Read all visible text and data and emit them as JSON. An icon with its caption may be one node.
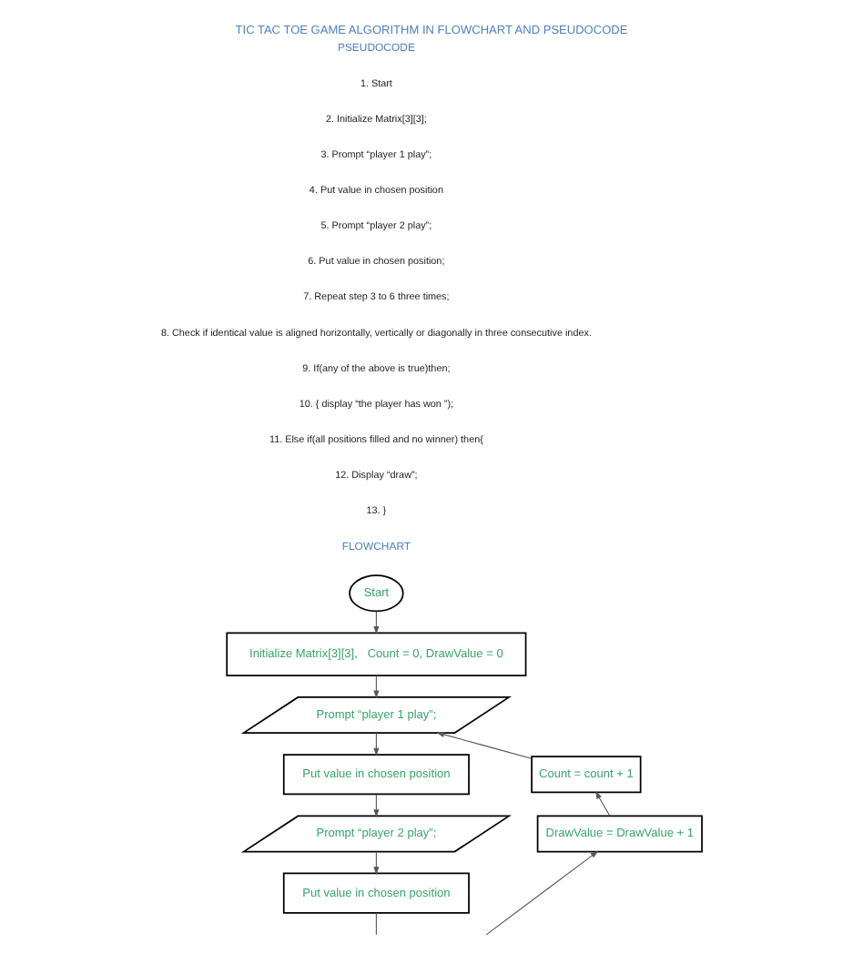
{
  "diagram": {
    "title": "TIC TAC TOE GAME ALGORITHM IN FLOWCHART AND PSEUDOCODE",
    "nodes": [
      {
        "text": [
          "Start"
        ]
      },
      {
        "text": [
          "Initialize Matrix[3][3],   Count = 0, DrawValue = 0"
        ]
      },
      {
        "text": [
          "Prompt “player 1 play”;"
        ]
      },
      {
        "text": [
          "Put value in chosen position"
        ]
      },
      {
        "text": [
          "Prompt “player 2 play”;"
        ]
      },
      {
        "text": [
          "Put value in chosen position"
        ]
      },
      {
        "text": [
          "Count = count + 1"
        ]
      },
      {
        "text": [
          "DrawValue = DrawValue + 1"
        ]
      }
    ],
    "edges": [
      {
        "from": 0,
        "to": 1,
        "arrow": "to"
      },
      {
        "from": 1,
        "to": 2,
        "arrow": "to"
      },
      {
        "from": 2,
        "to": 3,
        "arrow": "to"
      },
      {
        "from": 3,
        "to": 4,
        "arrow": "to"
      },
      {
        "from": 4,
        "to": 5,
        "arrow": "to"
      },
      {
        "from": 5,
        "to": null,
        "arrow": "none"
      },
      {
        "from": null,
        "to": 7,
        "arrow": "to"
      },
      {
        "from": 7,
        "to": 6,
        "arrow": "to"
      },
      {
        "from": 6,
        "to": 2,
        "arrow": "to"
      }
    ],
    "labels": [
      "PSEUDOCODE",
      "1. Start",
      "2. Initialize Matrix[3][3];",
      "3. Prompt “player 1 play”;",
      "4. Put value in chosen position",
      "5. Prompt “player 2 play”;",
      "6. Put value in chosen position;",
      "7. Repeat step 3 to 6 three times;",
      "8. Check if identical value is aligned horizontally, vertically or diagonally in three consecutive index.",
      "9. If(any of the above is true)then;",
      "10. { display “the player has won ”);",
      "11. Else if(all positions filled and no winner) then{",
      "12. Display “draw”;",
      "13. }",
      "FLOWCHART"
    ]
  }
}
